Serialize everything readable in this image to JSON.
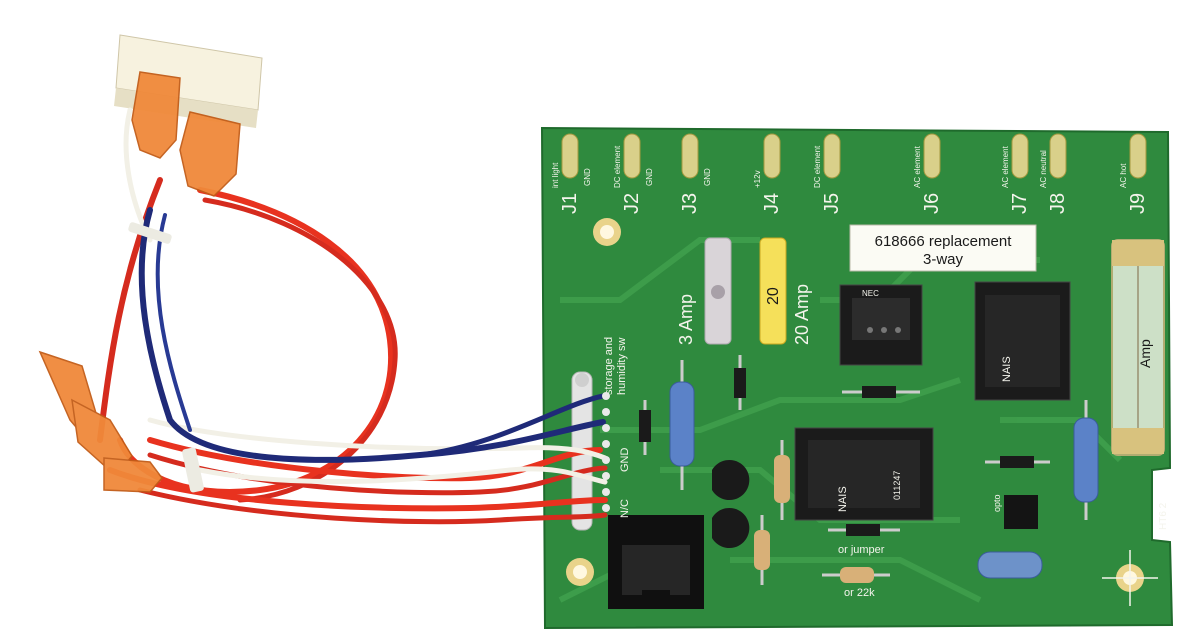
{
  "board": {
    "connectors": [
      {
        "id": "J1",
        "label": "int light",
        "sub": "GND"
      },
      {
        "id": "J2",
        "label": "DC element",
        "sub": "GND"
      },
      {
        "id": "J3",
        "label": "",
        "sub": "GND"
      },
      {
        "id": "J4",
        "label": "+12v",
        "sub": ""
      },
      {
        "id": "J5",
        "label": "DC element",
        "sub": ""
      },
      {
        "id": "J6",
        "label": "AC element",
        "sub": ""
      },
      {
        "id": "J7",
        "label": "AC element",
        "sub": ""
      },
      {
        "id": "J8",
        "label": "AC neutral",
        "sub": ""
      },
      {
        "id": "J9",
        "label": "AC hot",
        "sub": ""
      }
    ],
    "sticker_line1": "618666 replacement",
    "sticker_line2": "3-way",
    "fuse_small_label": "3 Amp",
    "fuse_large_label": "20 Amp",
    "fuse_large_value": "20",
    "glass_fuse_text": "Amp",
    "storage_label_1": "storage and",
    "storage_label_2": "humidity sw",
    "gnd_label": "GND",
    "nc_label": "N/C",
    "jumper_label": "or jumper",
    "resistor_label": "or 22k",
    "opto_label": "opto",
    "board_code": "HT6 2",
    "relay_center_text_1": "NAIS",
    "relay_center_text_2": "011247",
    "relay_right_text": "NAIS",
    "relay_top_text": "NEC"
  },
  "harness": {
    "wire_colors": [
      "#e8321f",
      "#1f2a78",
      "#f2f0e6"
    ],
    "terminal_color": "#f0893a"
  }
}
